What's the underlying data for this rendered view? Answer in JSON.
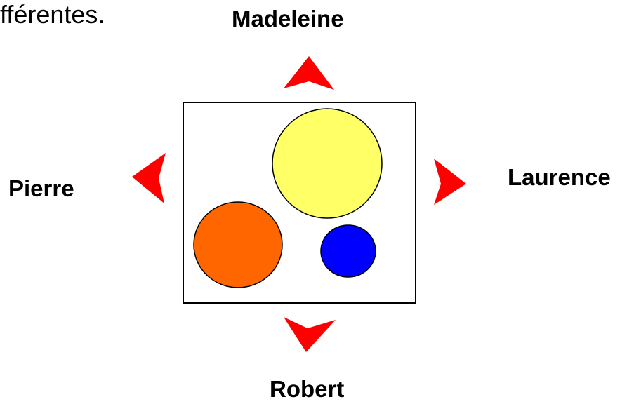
{
  "caption": "fférentes.",
  "observers": {
    "top": "Madeleine",
    "left": "Pierre",
    "right": "Laurence",
    "bottom": "Robert"
  },
  "colors": {
    "arrow": "#ff0000",
    "box_border": "#000000",
    "yellow_circle": "#ffff66",
    "orange_circle": "#ff6600",
    "blue_circle": "#0000ff"
  },
  "icons": [
    "arrow-up-icon",
    "arrow-left-icon",
    "arrow-right-icon",
    "arrow-down-icon"
  ]
}
